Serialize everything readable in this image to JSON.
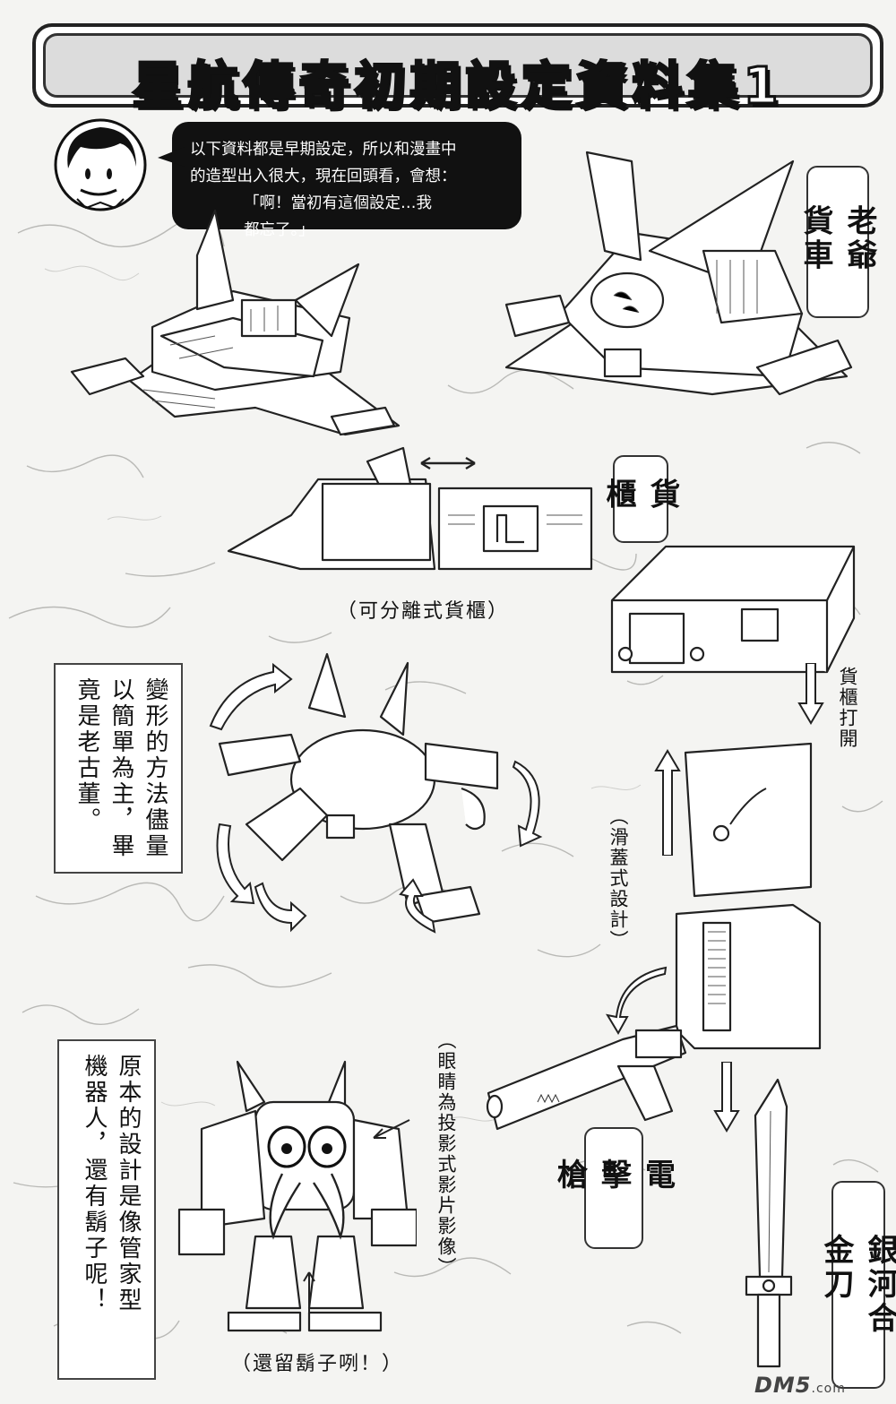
{
  "title": "星航傳奇初期設定資料集",
  "title_number": "1",
  "author_speech": {
    "lines": [
      "以下資料都是早期設定，所以和漫畫中",
      "的造型出入很大，現在回頭看，會想：",
      "「啊！當初有這個設定…我",
      "都忘了。」"
    ]
  },
  "labels": {
    "freighter": "老爺貨車",
    "cargo": "貨櫃",
    "stun_gun": "電擊槍",
    "sword": "銀河合金刀"
  },
  "captions": {
    "detachable": "（可分離式貨櫃）",
    "cargo_open": "貨櫃打開",
    "sliding_lid": "（滑蓋式設計）",
    "eyes": "（眼睛為投影式影片影像）",
    "beard": "（還留鬍子咧！）"
  },
  "notes": {
    "transform": [
      "變形的方法儘量",
      "以簡單為主，畢",
      "竟是老古董。"
    ],
    "robot": [
      "原本的設計是像管家型",
      "機器人，還有鬍子呢！"
    ]
  },
  "watermark": {
    "brand": "DM5",
    "suffix": ".com"
  }
}
